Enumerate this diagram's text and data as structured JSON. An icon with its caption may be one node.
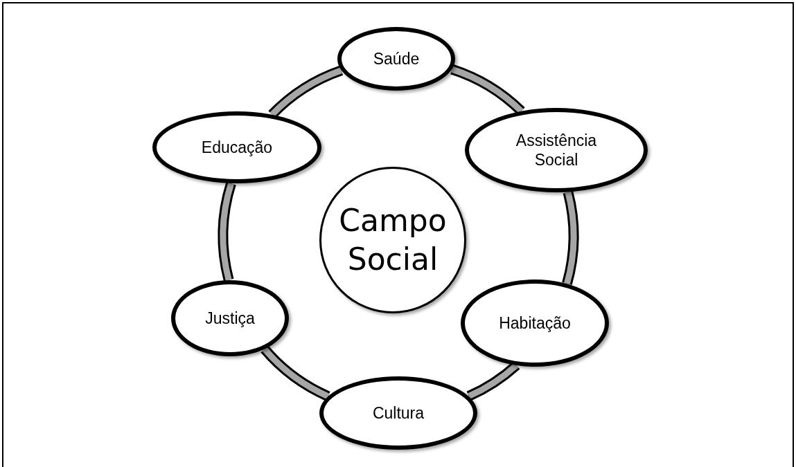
{
  "diagram": {
    "nodes": [
      {
        "text": [
          "Saúde"
        ]
      },
      {
        "text": [
          "Educação"
        ]
      },
      {
        "text": [
          "Assistência Social"
        ]
      },
      {
        "text": [
          "Campo Social"
        ]
      },
      {
        "text": [
          "Justiça"
        ]
      },
      {
        "text": [
          "Habitação"
        ]
      },
      {
        "text": [
          "Cultura"
        ]
      }
    ],
    "edges": [
      {
        "from": 0,
        "to": 2,
        "arrow": "none"
      },
      {
        "from": 2,
        "to": 5,
        "arrow": "none"
      },
      {
        "from": 5,
        "to": 6,
        "arrow": "none"
      },
      {
        "from": 6,
        "to": 4,
        "arrow": "none"
      },
      {
        "from": 4,
        "to": 1,
        "arrow": "none"
      },
      {
        "from": 1,
        "to": 0,
        "arrow": "none"
      }
    ]
  }
}
